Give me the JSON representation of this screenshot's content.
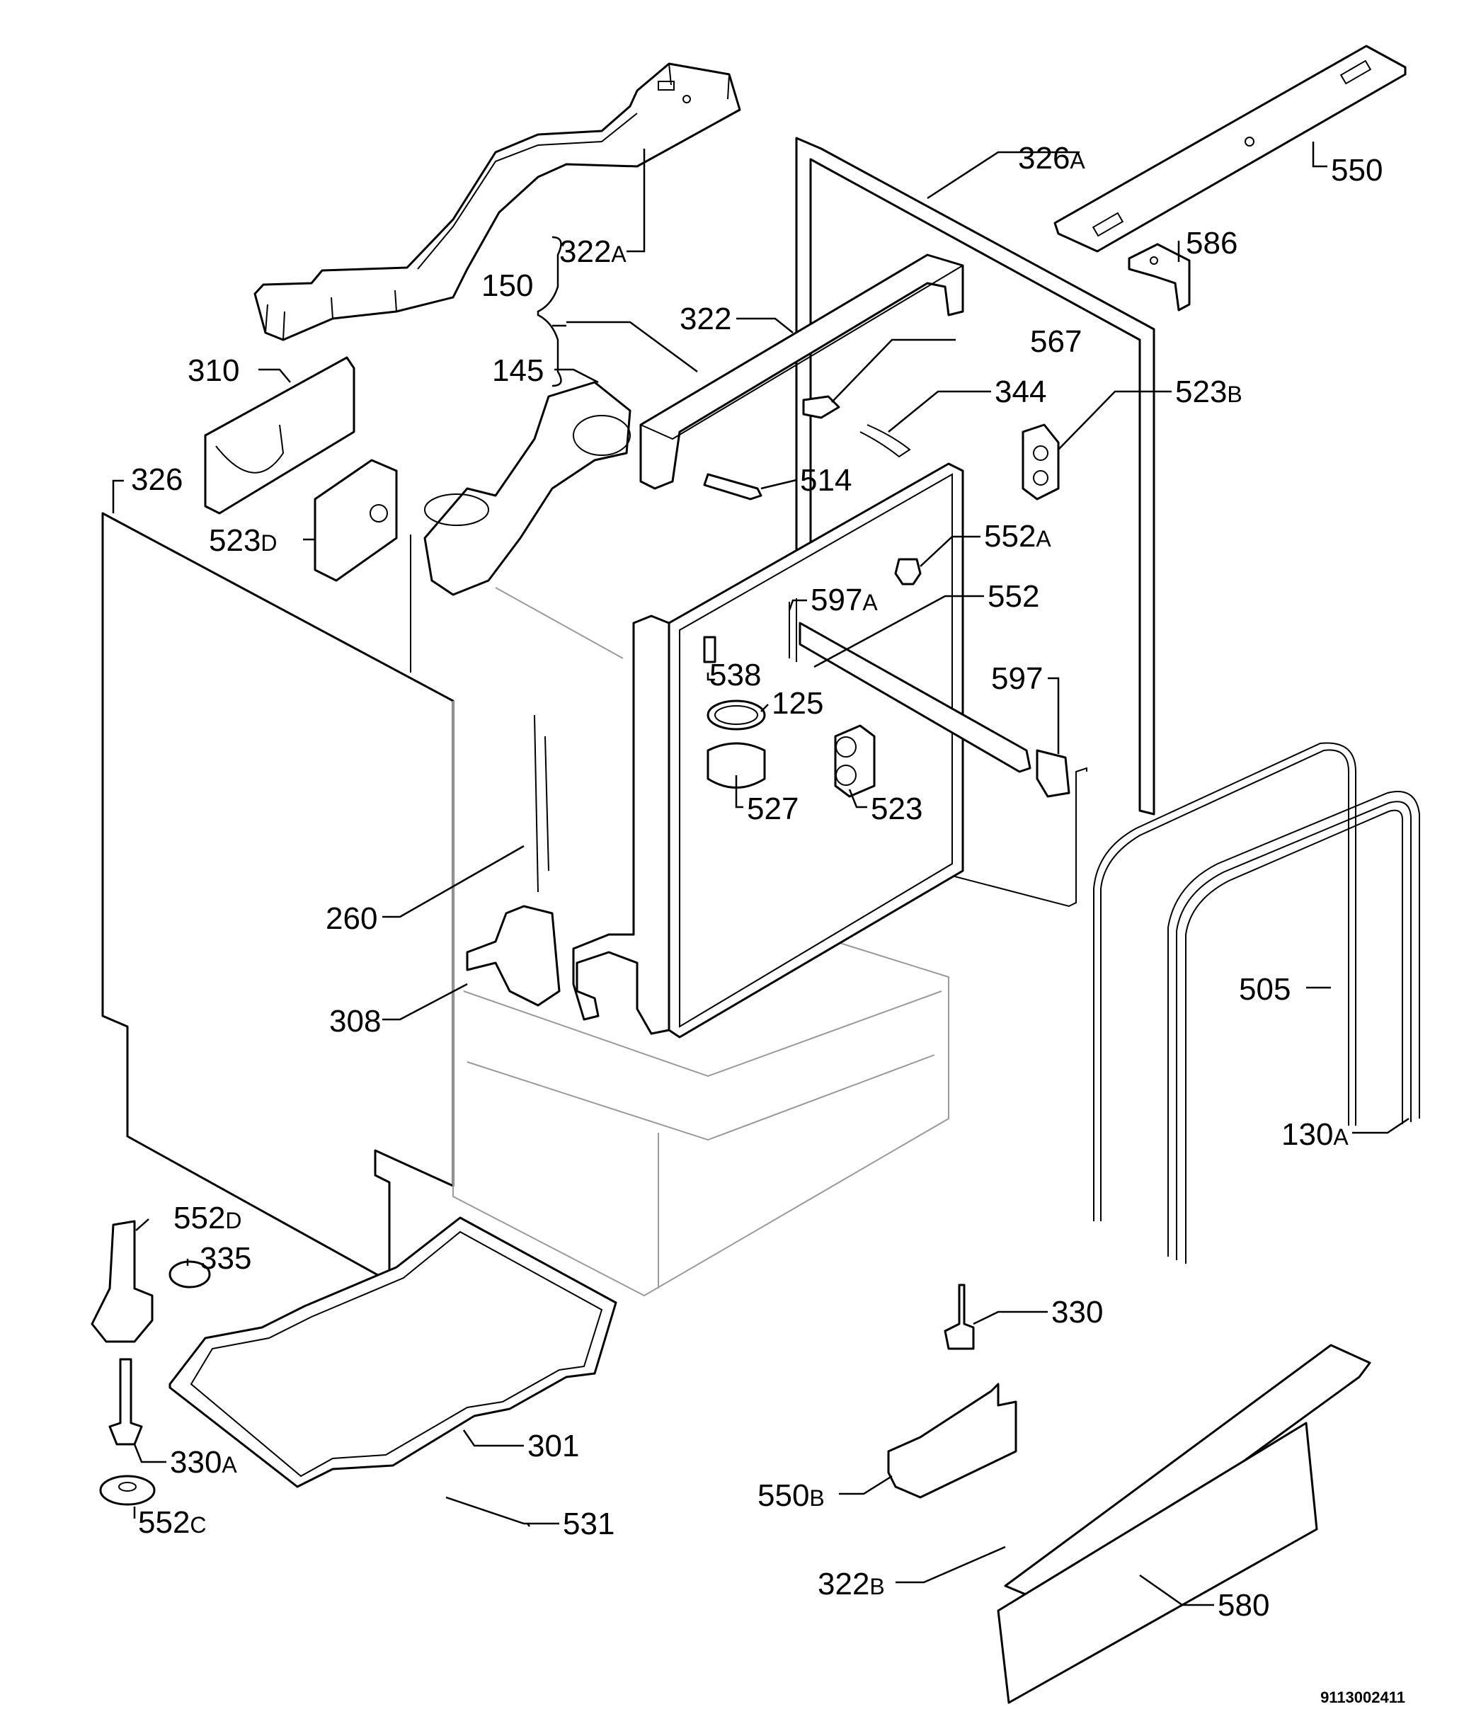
{
  "drawing_code": "9113002411",
  "parts": [
    {
      "num": "322",
      "suffix": "A"
    },
    {
      "num": "326",
      "suffix": "A"
    },
    {
      "num": "550",
      "suffix": ""
    },
    {
      "num": "586",
      "suffix": ""
    },
    {
      "num": "150",
      "suffix": ""
    },
    {
      "num": "322",
      "suffix": ""
    },
    {
      "num": "310",
      "suffix": ""
    },
    {
      "num": "567",
      "suffix": ""
    },
    {
      "num": "145",
      "suffix": ""
    },
    {
      "num": "344",
      "suffix": ""
    },
    {
      "num": "523",
      "suffix": "B"
    },
    {
      "num": "326",
      "suffix": ""
    },
    {
      "num": "514",
      "suffix": ""
    },
    {
      "num": "523",
      "suffix": "D"
    },
    {
      "num": "552",
      "suffix": "A"
    },
    {
      "num": "597",
      "suffix": "A"
    },
    {
      "num": "552",
      "suffix": ""
    },
    {
      "num": "538",
      "suffix": ""
    },
    {
      "num": "597",
      "suffix": ""
    },
    {
      "num": "125",
      "suffix": ""
    },
    {
      "num": "527",
      "suffix": ""
    },
    {
      "num": "523",
      "suffix": ""
    },
    {
      "num": "260",
      "suffix": ""
    },
    {
      "num": "505",
      "suffix": ""
    },
    {
      "num": "308",
      "suffix": ""
    },
    {
      "num": "130",
      "suffix": "A"
    },
    {
      "num": "552",
      "suffix": "D"
    },
    {
      "num": "335",
      "suffix": ""
    },
    {
      "num": "330",
      "suffix": ""
    },
    {
      "num": "330",
      "suffix": "A"
    },
    {
      "num": "301",
      "suffix": ""
    },
    {
      "num": "550",
      "suffix": "B"
    },
    {
      "num": "531",
      "suffix": ""
    },
    {
      "num": "552",
      "suffix": "C"
    },
    {
      "num": "322",
      "suffix": "B"
    },
    {
      "num": "580",
      "suffix": ""
    }
  ]
}
